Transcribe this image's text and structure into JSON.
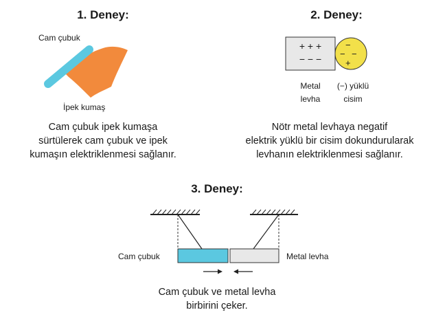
{
  "experiment1": {
    "title": "1. Deney:",
    "rod_label": "Cam çubuk",
    "cloth_label": "İpek kumaş",
    "caption": [
      "Cam çubuk ipek kumaşa",
      "sürtülerek cam çubuk ve ipek",
      "kumaşın elektriklenmesi sağlanır."
    ]
  },
  "experiment2": {
    "title": "2. Deney:",
    "plate_charges": [
      "+ + +",
      "− − −"
    ],
    "sphere_charges": [
      "−",
      "−",
      "−",
      "+"
    ],
    "plate_label": [
      "Metal",
      "levha"
    ],
    "sphere_label": [
      "(−) yüklü",
      "cisim"
    ],
    "caption": [
      "Nötr metal levhaya negatif",
      "elektrik yüklü bir cisim dokundurularak",
      "levhanın elektriklenmesi sağlanır."
    ]
  },
  "experiment3": {
    "title": "3. Deney:",
    "rod_label": "Cam çubuk",
    "plate_label": "Metal levha",
    "caption": [
      "Cam çubuk ve metal levha",
      "birbirini çeker."
    ]
  },
  "colors": {
    "rod": "#5bc8e0",
    "cloth": "#f28a3c",
    "sphere": "#f2e04a",
    "plate": "#e8e8e8"
  }
}
